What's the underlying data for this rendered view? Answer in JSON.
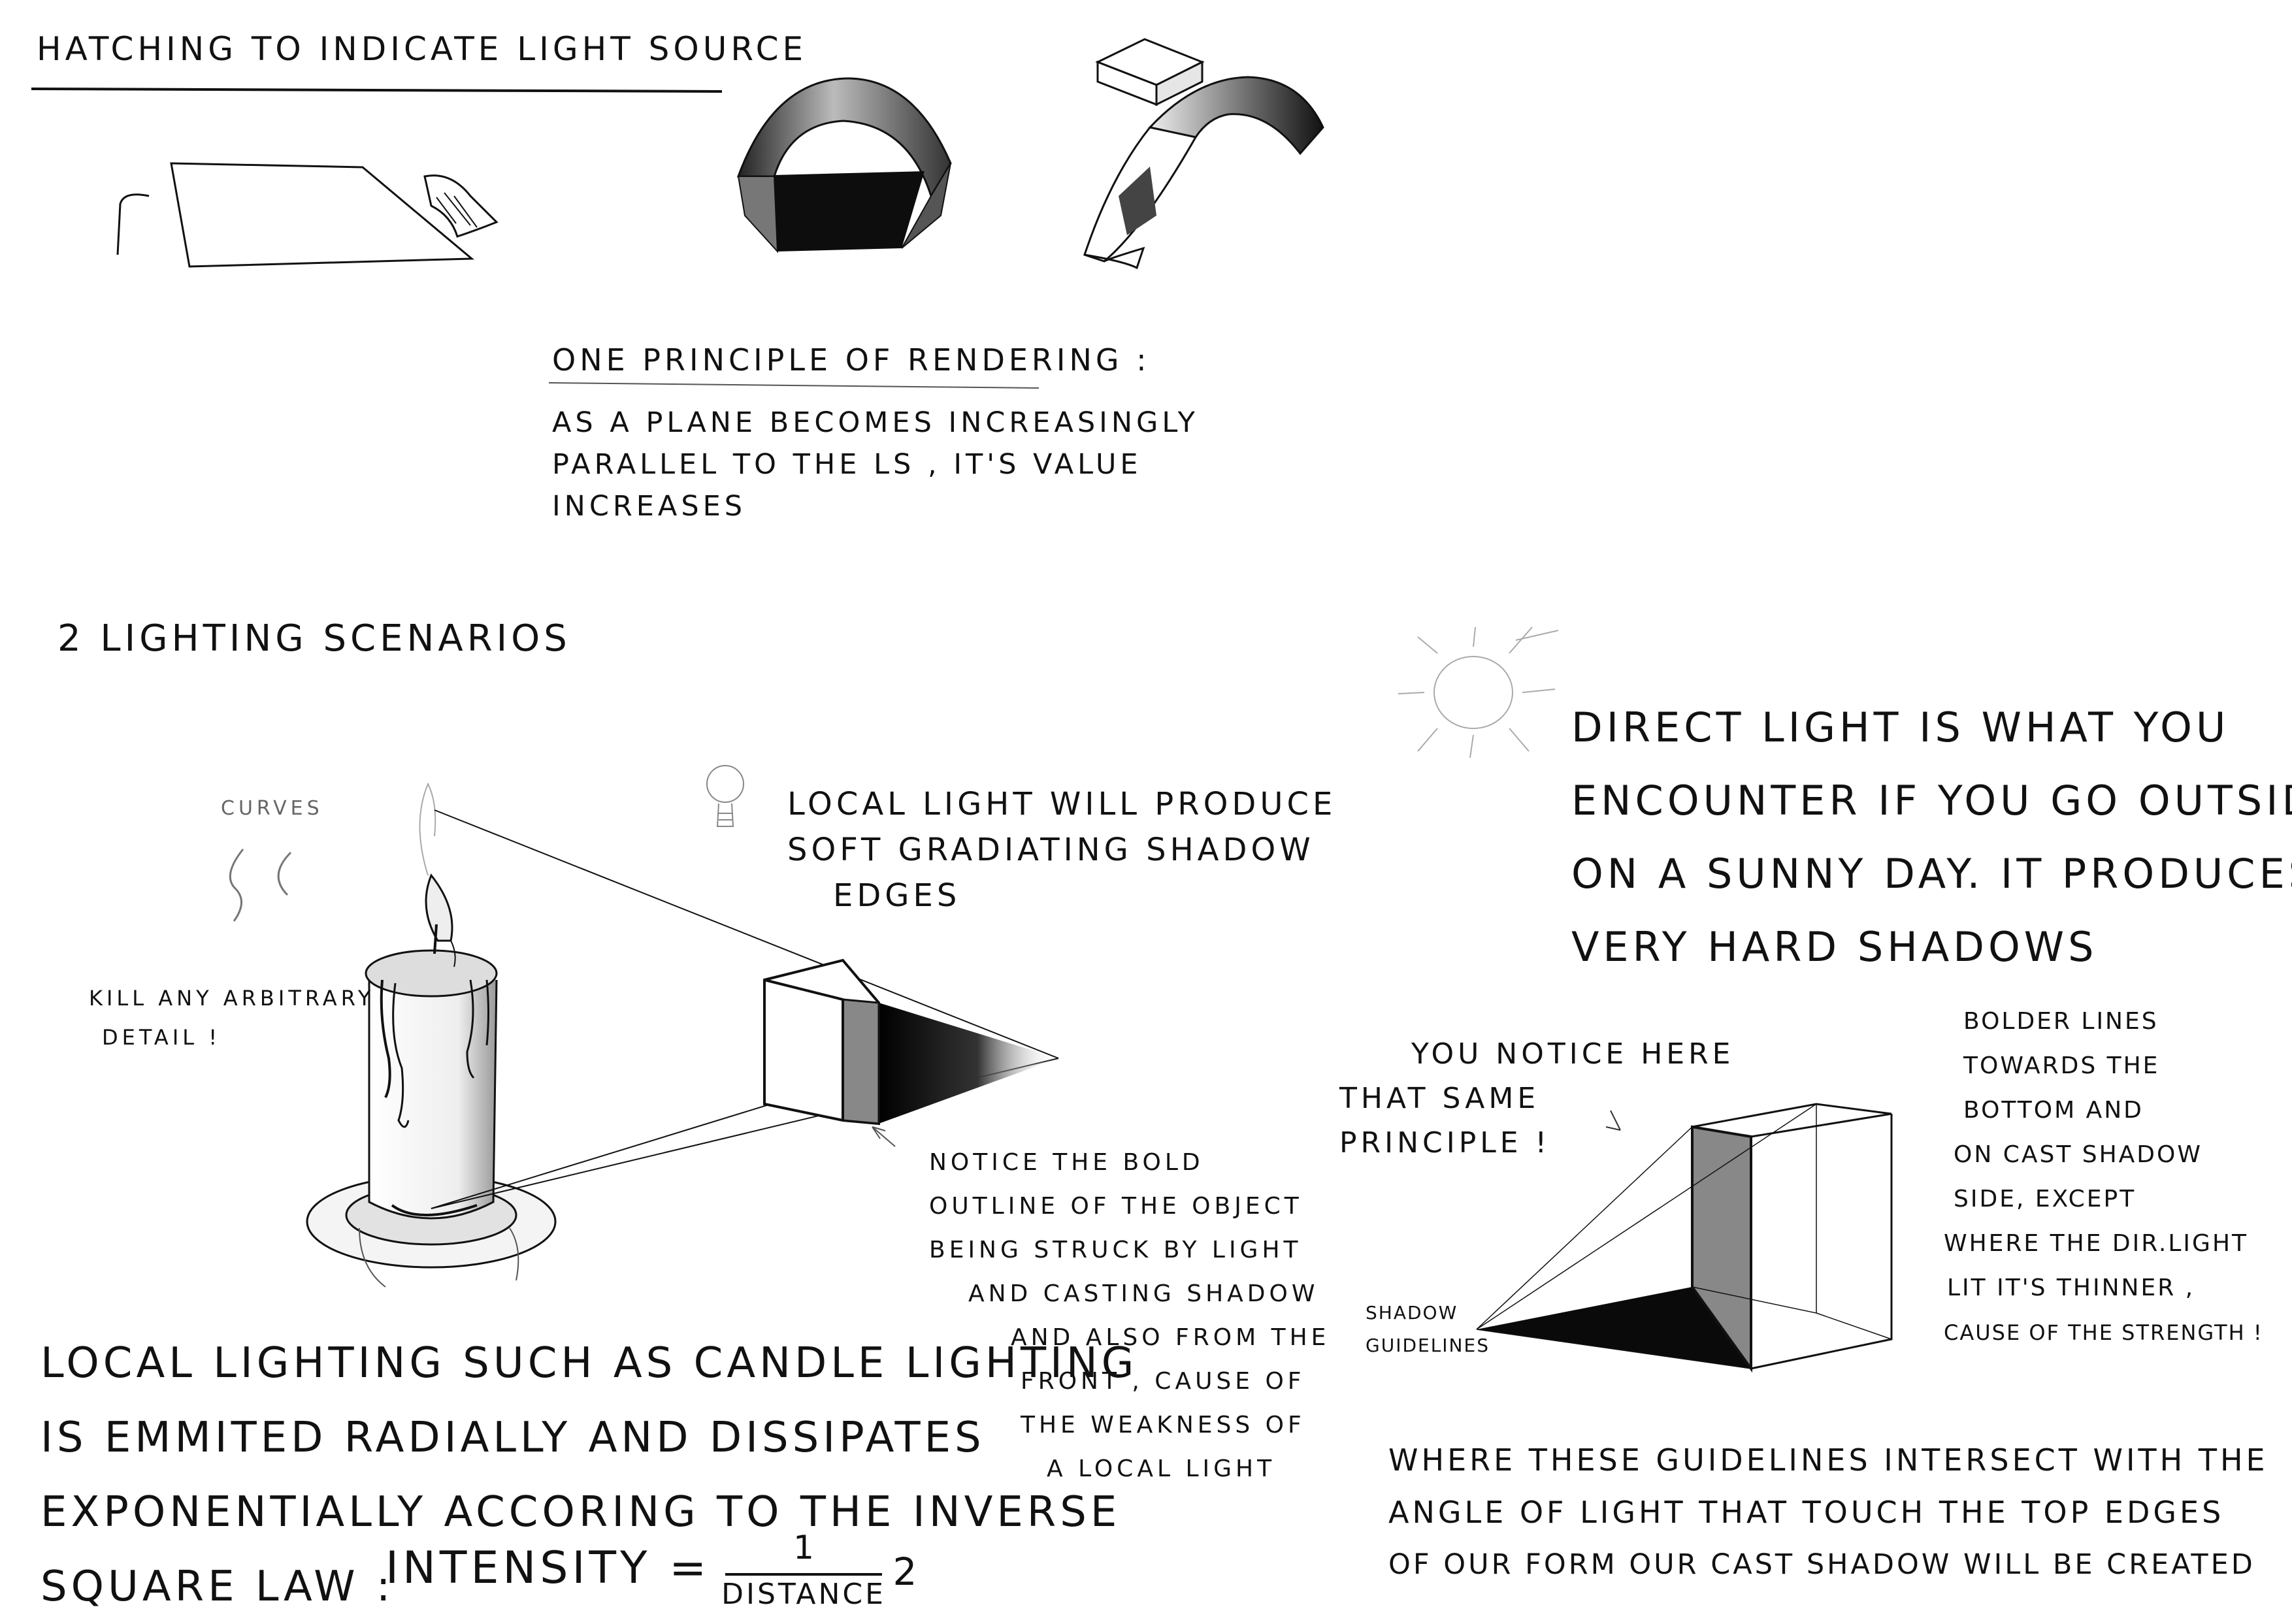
{
  "header": {
    "title": "HATCHING TO INDICATE LIGHT SOURCE"
  },
  "principle": {
    "title": "ONE PRINCIPLE OF RENDERING :",
    "lines": [
      "AS A PLANE BECOMES INCREASINGLY",
      "PARALLEL TO THE LS , IT'S VALUE",
      "INCREASES"
    ]
  },
  "scenarios": {
    "title": "2 LIGHTING SCENARIOS"
  },
  "candle": {
    "curves": "CURVES",
    "kill_lines": [
      "KILL ANY ARBITRARY",
      "DETAIL !"
    ],
    "local_light_lines": [
      "LOCAL LIGHT WILL PRODUCE",
      "SOFT GRADIATING SHADOW",
      "EDGES"
    ],
    "notice_lines": [
      "NOTICE THE BOLD",
      "OUTLINE OF THE OBJECT",
      "BEING STRUCK BY LIGHT",
      "AND CASTING SHADOW",
      "AND ALSO FROM THE",
      "FRONT , CAUSE OF",
      "THE WEAKNESS OF",
      "A LOCAL LIGHT"
    ],
    "local_lighting_lines": [
      "LOCAL LIGHTING SUCH AS CANDLE LIGHTING",
      "IS EMMITED RADIALLY AND DISSIPATES",
      "EXPONENTIALLY ACCORING TO THE INVERSE",
      "SQUARE LAW :"
    ],
    "formula": {
      "lhs": "INTENSITY =",
      "numerator": "1",
      "denominator": "DISTANCE",
      "exponent": "2"
    }
  },
  "direct": {
    "direct_lines": [
      "DIRECT LIGHT IS WHAT YOU",
      "ENCOUNTER IF YOU GO OUTSIDE",
      "ON A SUNNY DAY. IT PRODUCES",
      "VERY HARD SHADOWS"
    ],
    "notice_lines": [
      "YOU NOTICE HERE",
      "THAT SAME",
      "PRINCIPLE !"
    ],
    "bolder_lines": [
      "BOLDER LINES",
      "TOWARDS THE",
      "BOTTOM AND",
      "ON CAST SHADOW",
      "SIDE, EXCEPT",
      "WHERE THE DIR.LIGHT",
      "LIT IT'S THINNER ,",
      "CAUSE OF THE STRENGTH !"
    ],
    "shadow_label": [
      "SHADOW",
      "GUIDELINES"
    ],
    "where_lines": [
      "WHERE THESE GUIDELINES INTERSECT WITH THE",
      "ANGLE OF LIGHT THAT TOUCH THE TOP EDGES",
      "OF OUR FORM OUR CAST SHADOW WILL BE CREATED"
    ]
  }
}
